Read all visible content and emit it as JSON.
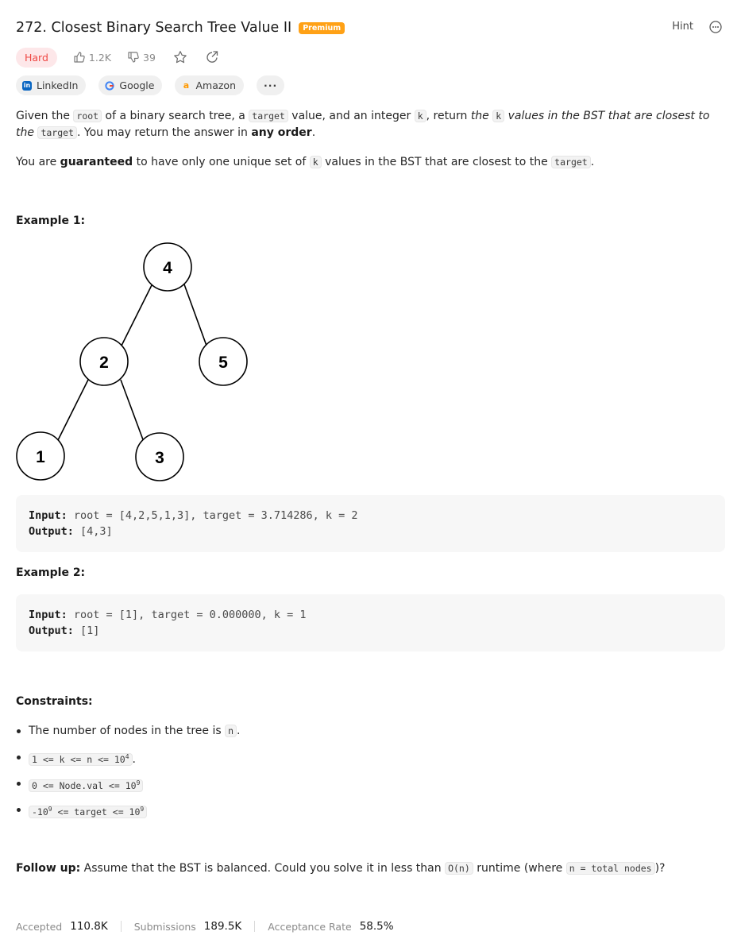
{
  "header": {
    "title": "272. Closest Binary Search Tree Value II",
    "premium_badge": "Premium",
    "hint_label": "Hint"
  },
  "meta": {
    "difficulty": "Hard",
    "likes": "1.2K",
    "dislikes": "39"
  },
  "tags": [
    {
      "label": "LinkedIn",
      "color": "#0a66c2"
    },
    {
      "label": "Google",
      "color": "#4285f4"
    },
    {
      "label": "Amazon",
      "color": "#ff9900"
    },
    {
      "label": "···"
    }
  ],
  "description": {
    "p1": {
      "t1": "Given the ",
      "c1": "root",
      "t2": " of a binary search tree, a ",
      "c2": "target",
      "t3": " value, and an integer ",
      "c3": "k",
      "t4": ", return ",
      "i1": "the ",
      "c4": "k",
      "i2": " values in the BST that are closest to the ",
      "c5": "target",
      "t5": ". You may return the answer in ",
      "b1": "any order",
      "t6": "."
    },
    "p2": {
      "t1": "You are ",
      "b1": "guaranteed",
      "t2": " to have only one unique set of ",
      "c1": "k",
      "t3": " values in the BST that are closest to the ",
      "c2": "target",
      "t4": "."
    }
  },
  "examples": [
    {
      "heading": "Example 1:",
      "tree_nodes": [
        "4",
        "2",
        "5",
        "1",
        "3"
      ],
      "input_label": "Input:",
      "input": " root = [4,2,5,1,3], target = 3.714286, k = 2",
      "output_label": "Output:",
      "output": " [4,3]"
    },
    {
      "heading": "Example 2:",
      "input_label": "Input:",
      "input": " root = [1], target = 0.000000, k = 1",
      "output_label": "Output:",
      "output": " [1]"
    }
  ],
  "constraints": {
    "heading": "Constraints:",
    "c1": {
      "t1": "The number of nodes in the tree is ",
      "code": "n",
      "t2": "."
    },
    "c2": {
      "code": "1 <= k <= n <= 10",
      "sup": "4",
      "t2": "."
    },
    "c3": {
      "code": "0 <= Node.val <= 10",
      "sup": "9"
    },
    "c4": {
      "code1": "-10",
      "sup1": "9",
      "code2": " <= target <= 10",
      "sup2": "9"
    }
  },
  "followup": {
    "label": "Follow up:",
    "t1": " Assume that the BST is balanced. Could you solve it in less than ",
    "c1": "O(n)",
    "t2": " runtime (where ",
    "c2": "n = total nodes",
    "t3": ")?"
  },
  "stats": {
    "accepted_label": "Accepted",
    "accepted": "110.8K",
    "submissions_label": "Submissions",
    "submissions": "189.5K",
    "rate_label": "Acceptance Rate",
    "rate": "58.5%"
  },
  "colors": {
    "premium": "#ffa116",
    "hard_text": "#ef4743",
    "hard_bg": "#fde7e9"
  }
}
